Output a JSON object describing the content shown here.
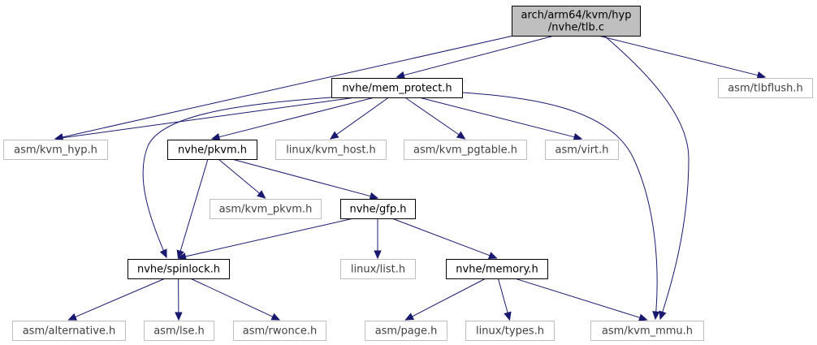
{
  "graph": {
    "title": "arch/arm64/kvm/hyp/nvhe/tlb.c",
    "colors": {
      "edge": "#191970",
      "root_fill": "#bfbfbf",
      "root_border": "#000000",
      "internal_border": "#000000",
      "external_border": "#bfbfbf",
      "external_text": "#404040",
      "text": "#000000"
    },
    "nodes": [
      {
        "id": "root",
        "lines": [
          "arch/arm64/kvm/hyp",
          "/nvhe/tlb.c"
        ],
        "kind": "root"
      },
      {
        "id": "mem_protect",
        "lines": [
          "nvhe/mem_protect.h"
        ],
        "kind": "internal"
      },
      {
        "id": "tlbflush",
        "lines": [
          "asm/tlbflush.h"
        ],
        "kind": "external"
      },
      {
        "id": "kvm_hyp",
        "lines": [
          "asm/kvm_hyp.h"
        ],
        "kind": "external"
      },
      {
        "id": "pkvm",
        "lines": [
          "nvhe/pkvm.h"
        ],
        "kind": "internal"
      },
      {
        "id": "kvm_host",
        "lines": [
          "linux/kvm_host.h"
        ],
        "kind": "external"
      },
      {
        "id": "kvm_pgtable",
        "lines": [
          "asm/kvm_pgtable.h"
        ],
        "kind": "external"
      },
      {
        "id": "virt",
        "lines": [
          "asm/virt.h"
        ],
        "kind": "external"
      },
      {
        "id": "kvm_pkvm",
        "lines": [
          "asm/kvm_pkvm.h"
        ],
        "kind": "external"
      },
      {
        "id": "gfp",
        "lines": [
          "nvhe/gfp.h"
        ],
        "kind": "internal"
      },
      {
        "id": "spinlock",
        "lines": [
          "nvhe/spinlock.h"
        ],
        "kind": "internal"
      },
      {
        "id": "list",
        "lines": [
          "linux/list.h"
        ],
        "kind": "external"
      },
      {
        "id": "memory",
        "lines": [
          "nvhe/memory.h"
        ],
        "kind": "internal"
      },
      {
        "id": "alternative",
        "lines": [
          "asm/alternative.h"
        ],
        "kind": "external"
      },
      {
        "id": "lse",
        "lines": [
          "asm/lse.h"
        ],
        "kind": "external"
      },
      {
        "id": "rwonce",
        "lines": [
          "asm/rwonce.h"
        ],
        "kind": "external"
      },
      {
        "id": "page",
        "lines": [
          "asm/page.h"
        ],
        "kind": "external"
      },
      {
        "id": "types",
        "lines": [
          "linux/types.h"
        ],
        "kind": "external"
      },
      {
        "id": "kvm_mmu",
        "lines": [
          "asm/kvm_mmu.h"
        ],
        "kind": "external"
      }
    ],
    "edges": [
      {
        "from": "root",
        "to": "mem_protect"
      },
      {
        "from": "root",
        "to": "kvm_hyp"
      },
      {
        "from": "root",
        "to": "tlbflush"
      },
      {
        "from": "root",
        "to": "kvm_mmu"
      },
      {
        "from": "mem_protect",
        "to": "kvm_hyp"
      },
      {
        "from": "mem_protect",
        "to": "spinlock"
      },
      {
        "from": "mem_protect",
        "to": "pkvm"
      },
      {
        "from": "mem_protect",
        "to": "kvm_host"
      },
      {
        "from": "mem_protect",
        "to": "kvm_pgtable"
      },
      {
        "from": "mem_protect",
        "to": "virt"
      },
      {
        "from": "mem_protect",
        "to": "kvm_mmu"
      },
      {
        "from": "pkvm",
        "to": "kvm_pkvm"
      },
      {
        "from": "pkvm",
        "to": "gfp"
      },
      {
        "from": "pkvm",
        "to": "spinlock"
      },
      {
        "from": "gfp",
        "to": "spinlock"
      },
      {
        "from": "gfp",
        "to": "list"
      },
      {
        "from": "gfp",
        "to": "memory"
      },
      {
        "from": "spinlock",
        "to": "alternative"
      },
      {
        "from": "spinlock",
        "to": "lse"
      },
      {
        "from": "spinlock",
        "to": "rwonce"
      },
      {
        "from": "memory",
        "to": "page"
      },
      {
        "from": "memory",
        "to": "types"
      },
      {
        "from": "memory",
        "to": "kvm_mmu"
      }
    ]
  }
}
